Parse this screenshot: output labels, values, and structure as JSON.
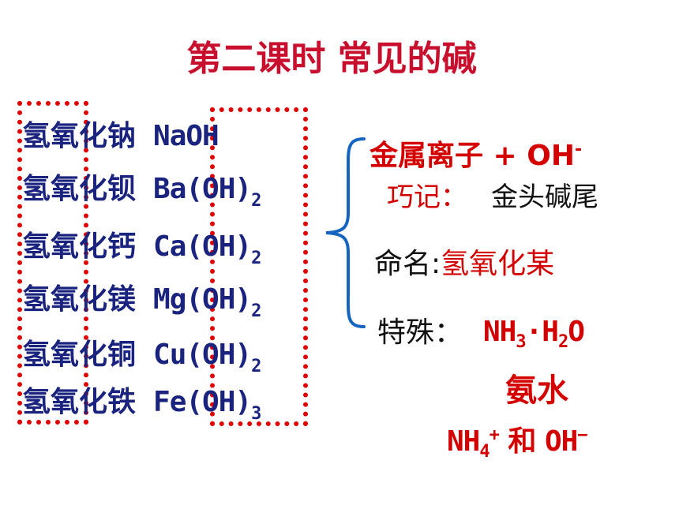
{
  "title": "第二课时  常见的碱",
  "rows": [
    {
      "name": "氢氧化钠",
      "metal": "Na",
      "oh": "OH",
      "sub": ""
    },
    {
      "name": "氢氧化钡",
      "metal": "Ba",
      "oh": "(OH)",
      "sub": "2"
    },
    {
      "name": "氢氧化钙",
      "metal": "Ca",
      "oh": "(OH)",
      "sub": "2"
    },
    {
      "name": "氢氧化镁",
      "metal": "Mg",
      "oh": "(OH)",
      "sub": "2"
    },
    {
      "name": "氢氧化铜",
      "metal": "Cu",
      "oh": "(OH)",
      "sub": "2"
    },
    {
      "name": "氢氧化铁",
      "metal": "Fe",
      "oh": "(OH)",
      "sub": "3"
    }
  ],
  "composition": {
    "metal_ion": "金属离子",
    "plus": " + ",
    "oh": "OH",
    "oh_charge": "-"
  },
  "mnemonic": {
    "label": "巧记：",
    "text": "金头碱尾"
  },
  "naming": {
    "label": "命名:",
    "text": "氢氧化某"
  },
  "special": {
    "label": "特殊：",
    "nh3": "NH",
    "nh3_sub": "3",
    "dot": "·",
    "h2o_h": "H",
    "h2o_sub": "2",
    "h2o_o": "O",
    "ammonia_water": "氨水",
    "nh4": "NH",
    "nh4_sub": "4",
    "nh4_charge": "+",
    "and": " 和 ",
    "oh": "OH",
    "oh_charge": "−"
  },
  "colors": {
    "title": "#c8102e",
    "formula_text": "#1a237e",
    "dotted_box": "#e00000",
    "accent": "#d40000"
  }
}
